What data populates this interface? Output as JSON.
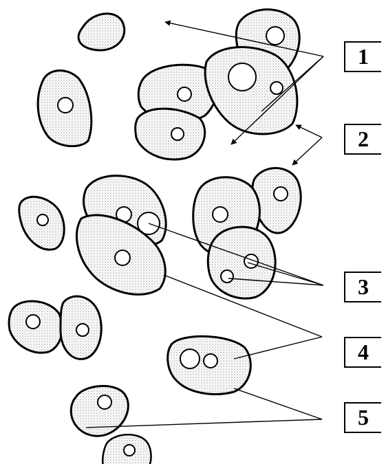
{
  "labels": [
    "1",
    "2",
    "3",
    "4",
    "5"
  ],
  "colors": {
    "line": "#000000",
    "stipple": "#b8b8b8",
    "background": "#ffffff"
  }
}
